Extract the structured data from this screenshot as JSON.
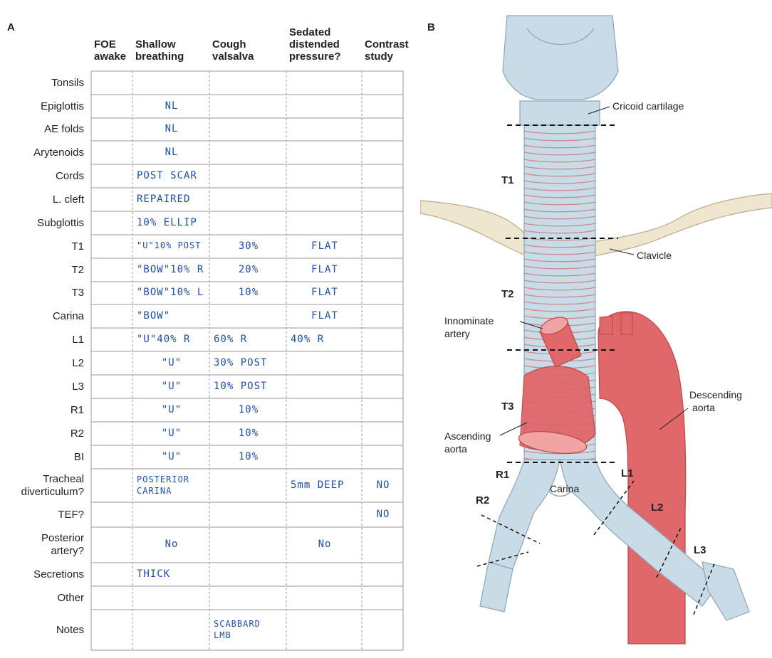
{
  "panel_a": {
    "letter": "A",
    "columns": [
      {
        "lines": [
          "FOE",
          "awake"
        ]
      },
      {
        "lines": [
          "Shallow",
          "breathing"
        ]
      },
      {
        "lines": [
          "Cough",
          "valsalva"
        ]
      },
      {
        "lines": [
          "Sedated",
          "distended",
          "pressure?"
        ]
      },
      {
        "lines": [
          "Contrast",
          "study"
        ]
      }
    ],
    "rows": [
      {
        "label": [
          "Tonsils"
        ],
        "cells": [
          "",
          "",
          "",
          "",
          ""
        ]
      },
      {
        "label": [
          "Epiglottis"
        ],
        "cells": [
          "",
          "NL",
          "",
          "",
          ""
        ]
      },
      {
        "label": [
          "AE folds"
        ],
        "cells": [
          "",
          "NL",
          "",
          "",
          ""
        ]
      },
      {
        "label": [
          "Arytenoids"
        ],
        "cells": [
          "",
          "NL",
          "",
          "",
          ""
        ]
      },
      {
        "label": [
          "Cords"
        ],
        "cells": [
          "",
          "POST SCAR",
          "",
          "",
          ""
        ]
      },
      {
        "label": [
          "L. cleft"
        ],
        "cells": [
          "",
          "REPAIRED",
          "",
          "",
          ""
        ]
      },
      {
        "label": [
          "Subglottis"
        ],
        "cells": [
          "",
          "10% ELLIP",
          "",
          "",
          ""
        ]
      },
      {
        "label": [
          "T1"
        ],
        "cells": [
          "",
          "\"U\"10% POST",
          "30%",
          "FLAT",
          ""
        ]
      },
      {
        "label": [
          "T2"
        ],
        "cells": [
          "",
          "\"BOW\"10% R",
          "20%",
          "FLAT",
          ""
        ]
      },
      {
        "label": [
          "T3"
        ],
        "cells": [
          "",
          "\"BOW\"10% L",
          "10%",
          "FLAT",
          ""
        ]
      },
      {
        "label": [
          "Carina"
        ],
        "cells": [
          "",
          "\"BOW\"",
          "",
          "FLAT",
          ""
        ]
      },
      {
        "label": [
          "L1"
        ],
        "cells": [
          "",
          "\"U\"40% R",
          "60% R",
          "40% R",
          ""
        ]
      },
      {
        "label": [
          "L2"
        ],
        "cells": [
          "",
          "\"U\"",
          "30% POST",
          "",
          ""
        ]
      },
      {
        "label": [
          "L3"
        ],
        "cells": [
          "",
          "\"U\"",
          "10% POST",
          "",
          ""
        ]
      },
      {
        "label": [
          "R1"
        ],
        "cells": [
          "",
          "\"U\"",
          "10%",
          "",
          ""
        ]
      },
      {
        "label": [
          "R2"
        ],
        "cells": [
          "",
          "\"U\"",
          "10%",
          "",
          ""
        ]
      },
      {
        "label": [
          "BI"
        ],
        "cells": [
          "",
          "\"U\"",
          "10%",
          "",
          ""
        ]
      },
      {
        "label": [
          "Tracheal",
          "diverticulum?"
        ],
        "cells": [
          "",
          "POSTERIOR CARINA",
          "",
          "5mm DEEP",
          "NO"
        ]
      },
      {
        "label": [
          "TEF?"
        ],
        "cells": [
          "",
          "",
          "",
          "",
          "NO"
        ]
      },
      {
        "label": [
          "Posterior",
          "artery?"
        ],
        "cells": [
          "",
          "No",
          "",
          "No",
          ""
        ]
      },
      {
        "label": [
          "Secretions"
        ],
        "cells": [
          "",
          "THICK",
          "",
          "",
          ""
        ]
      },
      {
        "label": [
          "Other"
        ],
        "cells": [
          "",
          "",
          "",
          "",
          ""
        ]
      },
      {
        "label": [
          "Notes"
        ],
        "cells": [
          "",
          "",
          "SCABBARD LMB",
          "",
          ""
        ]
      }
    ]
  },
  "panel_b": {
    "letter": "B",
    "labels": {
      "cricoid": "Cricoid cartilage",
      "clavicle": "Clavicle",
      "innominate": [
        "Innominate",
        "artery"
      ],
      "descending": [
        "Descending",
        "aorta"
      ],
      "ascending": [
        "Ascending",
        "aorta"
      ],
      "carina": "Carina",
      "t1": "T1",
      "t2": "T2",
      "t3": "T3",
      "r1": "R1",
      "r2": "R2",
      "l1": "L1",
      "l2": "L2",
      "l3": "L3"
    },
    "colors": {
      "cartilage": "#c9dbe6",
      "cartilage_dark": "#9fb8c8",
      "ring_line": "#c98a8a",
      "aorta": "#e0676a",
      "aorta_dark": "#b84848",
      "bone": "#efe6cf"
    }
  }
}
